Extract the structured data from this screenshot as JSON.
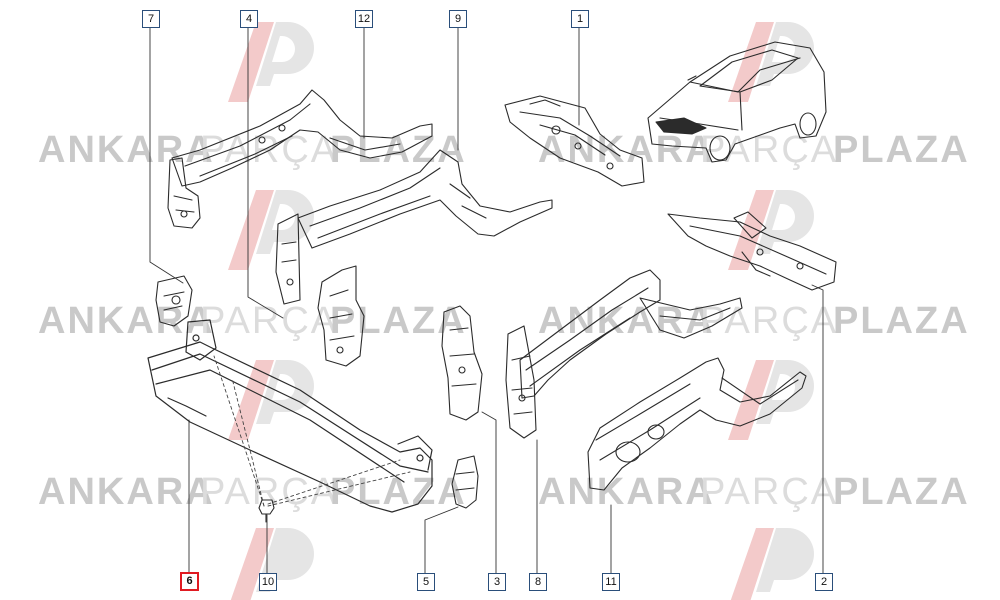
{
  "watermark": {
    "brand_a": "ANKARA",
    "brand_b": "PARÇA",
    "brand_c": "PLAZA",
    "colors": {
      "dark": "#c9c9c9",
      "light": "#dcdcdc",
      "logo_red": "#f2c4c4",
      "logo_grey": "#e3e3e3"
    }
  },
  "diagram": {
    "line_color": "#2b2b2b",
    "leader_color": "#333333",
    "callout_border": "#2a4e7a",
    "highlight_color": "#e01b22",
    "callouts": [
      {
        "id": "c7",
        "label": "7"
      },
      {
        "id": "c4",
        "label": "4"
      },
      {
        "id": "c12",
        "label": "12"
      },
      {
        "id": "c9",
        "label": "9"
      },
      {
        "id": "c1",
        "label": "1"
      },
      {
        "id": "c6",
        "label": "6",
        "highlighted": true
      },
      {
        "id": "c10",
        "label": "10"
      },
      {
        "id": "c5",
        "label": "5"
      },
      {
        "id": "c3",
        "label": "3"
      },
      {
        "id": "c8",
        "label": "8"
      },
      {
        "id": "c11",
        "label": "11"
      },
      {
        "id": "c2",
        "label": "2"
      }
    ]
  }
}
